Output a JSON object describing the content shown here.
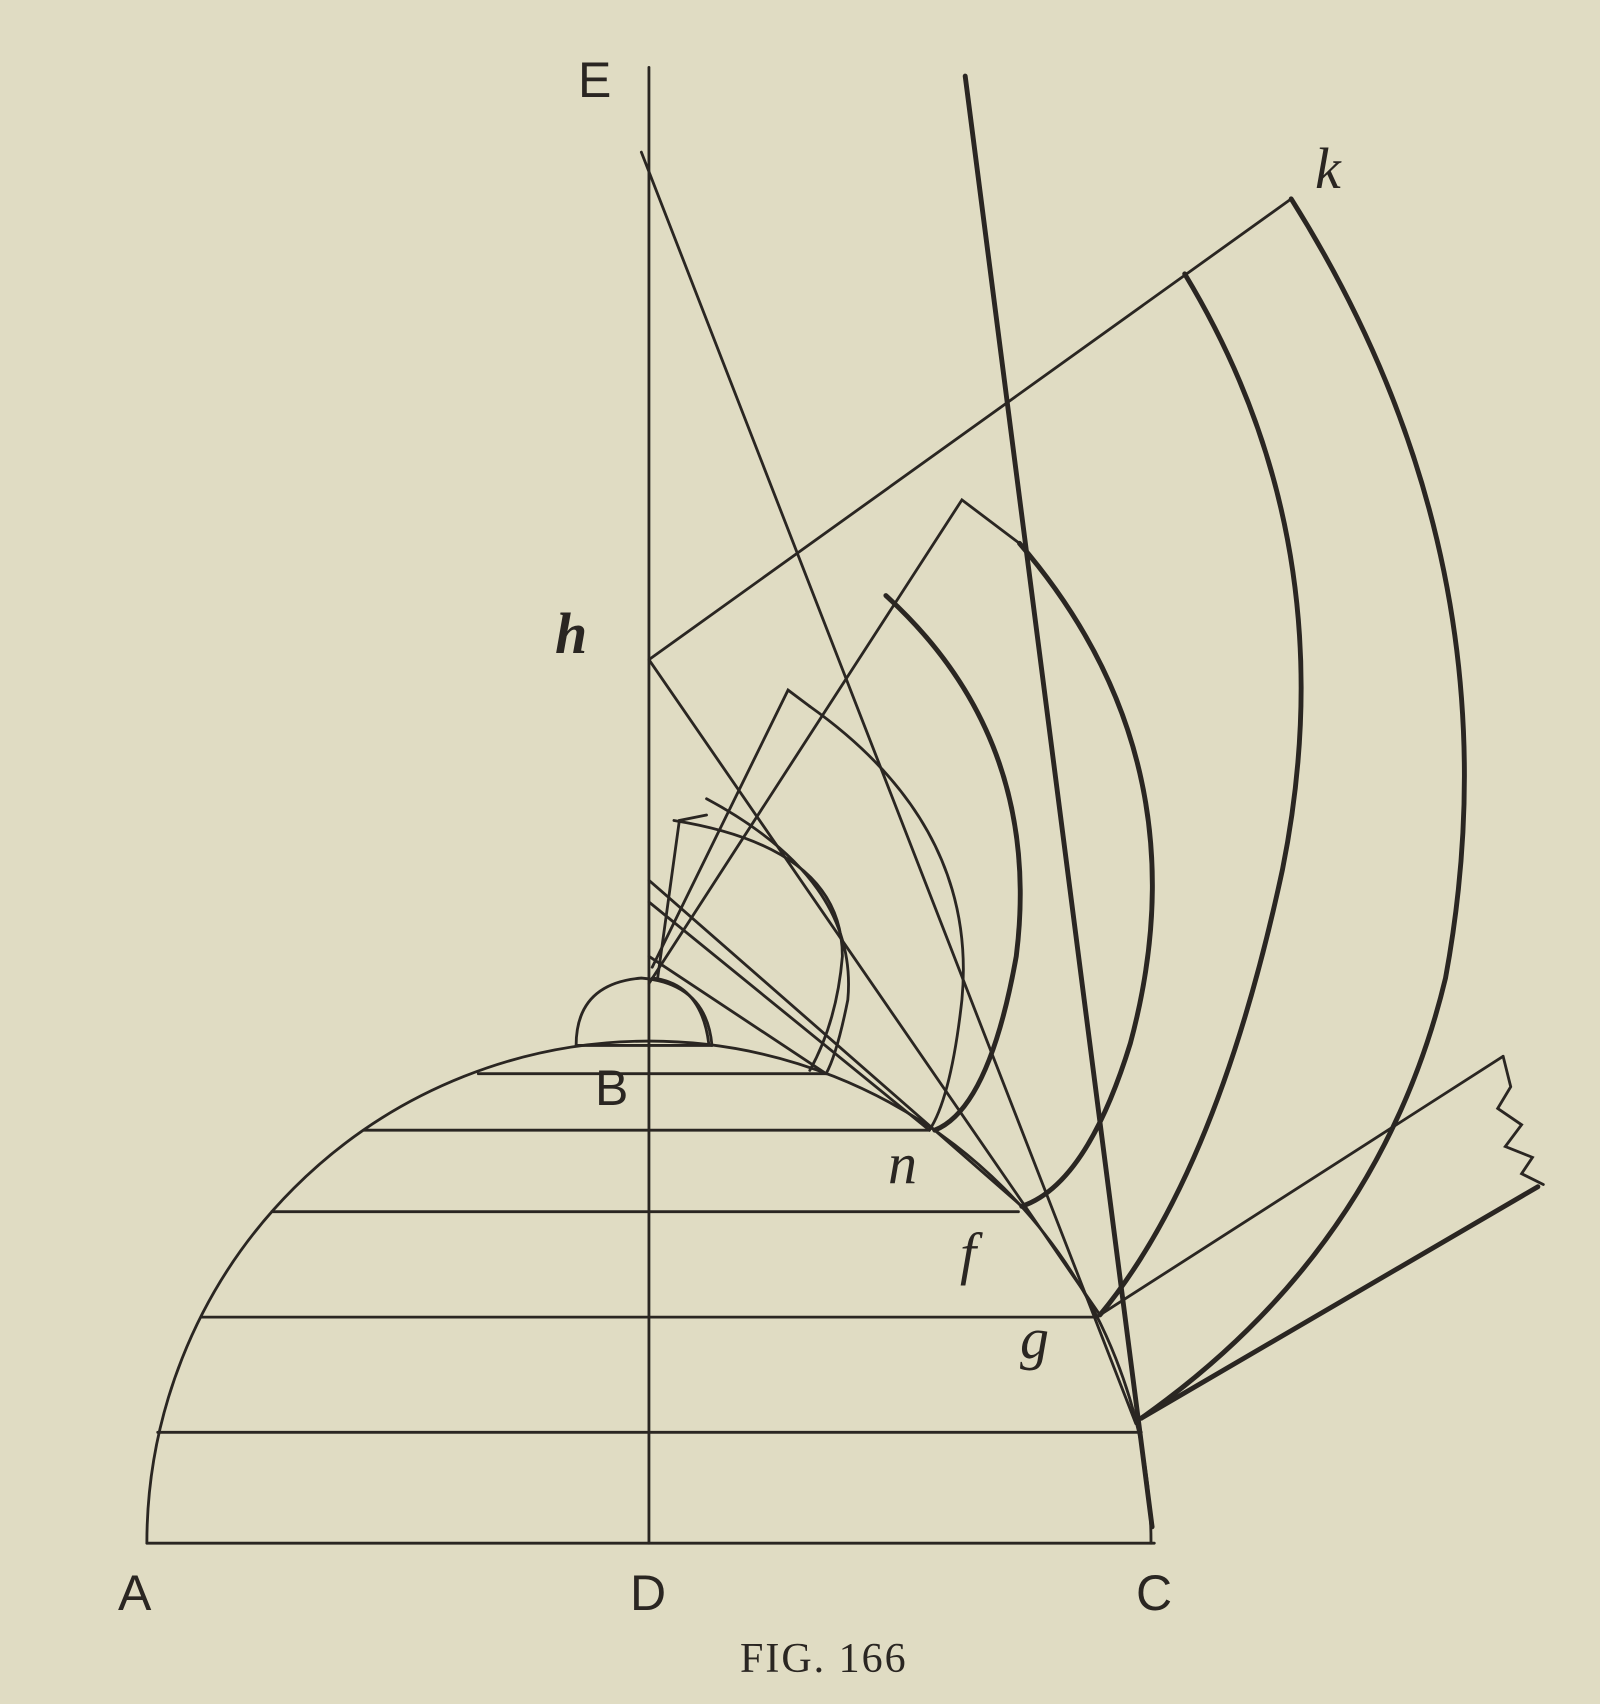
{
  "figure": {
    "caption": "FIG. 166",
    "point_labels": {
      "A": "A",
      "D": "D",
      "C": "C",
      "E": "E",
      "B": "B",
      "h": "h",
      "k": "k",
      "n": "n",
      "f": "f",
      "g": "g"
    },
    "ink_color": "#2a2622",
    "paper_color": "#e0dcc3"
  }
}
